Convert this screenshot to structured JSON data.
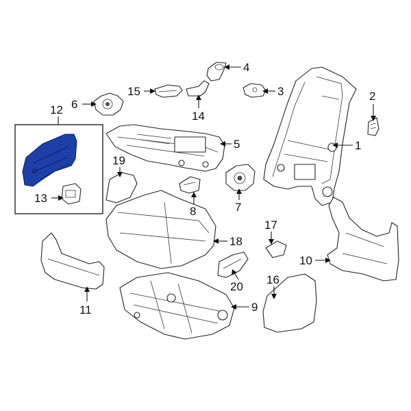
{
  "colors": {
    "highlight": "#1d3fa8",
    "line": "#222222",
    "background": "#ffffff"
  },
  "callouts": [
    {
      "id": "1",
      "label": "1"
    },
    {
      "id": "2",
      "label": "2"
    },
    {
      "id": "3",
      "label": "3"
    },
    {
      "id": "4",
      "label": "4"
    },
    {
      "id": "5",
      "label": "5"
    },
    {
      "id": "6",
      "label": "6"
    },
    {
      "id": "7",
      "label": "7"
    },
    {
      "id": "8",
      "label": "8"
    },
    {
      "id": "9",
      "label": "9"
    },
    {
      "id": "10",
      "label": "10"
    },
    {
      "id": "11",
      "label": "11"
    },
    {
      "id": "12",
      "label": "12"
    },
    {
      "id": "13",
      "label": "13"
    },
    {
      "id": "14",
      "label": "14"
    },
    {
      "id": "15",
      "label": "15"
    },
    {
      "id": "16",
      "label": "16"
    },
    {
      "id": "17",
      "label": "17"
    },
    {
      "id": "18",
      "label": "18"
    },
    {
      "id": "19",
      "label": "19"
    },
    {
      "id": "20",
      "label": "20"
    }
  ],
  "highlighted_part": "12"
}
